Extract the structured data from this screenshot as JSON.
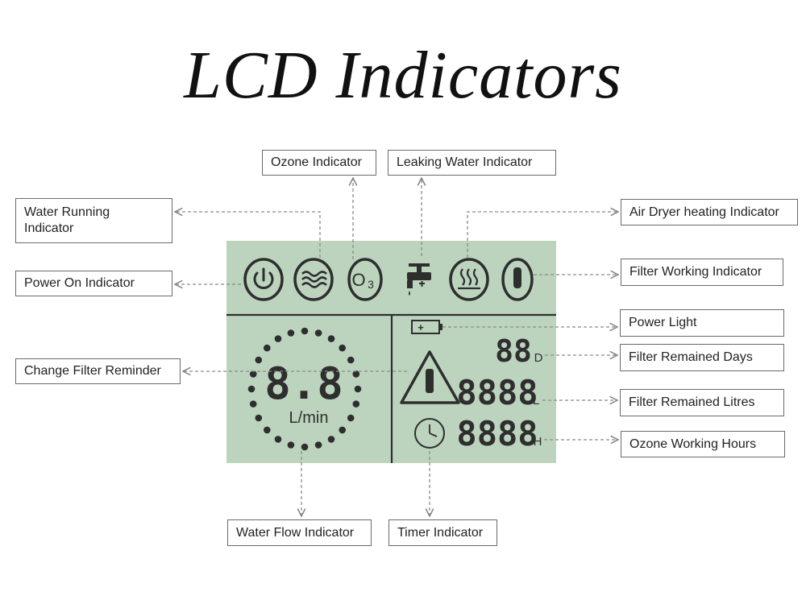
{
  "title": "LCD Indicators",
  "labels": {
    "ozone": "Ozone Indicator",
    "leaking": "Leaking Water Indicator",
    "water_running": "Water Running\nIndicator",
    "air_dryer": "Air Dryer heating Indicator",
    "power_on": "Power On Indicator",
    "filter_working": "Filter Working Indicator",
    "power_light": "Power Light",
    "filter_days": "Filter Remained Days",
    "change_filter": "Change Filter Reminder",
    "filter_litres": "Filter Remained Litres",
    "ozone_hours": "Ozone Working Hours",
    "water_flow": "Water Flow Indicator",
    "timer": "Timer Indicator"
  },
  "lcd": {
    "ozone_symbol": "O",
    "ozone_subscript": "3",
    "flow_value": "8.8",
    "flow_unit": "L/min",
    "days_value": "88",
    "days_unit": "D",
    "litres_value": "8888",
    "litres_unit": "L",
    "hours_value": "8888",
    "hours_unit": "H",
    "battery_symbol": "+"
  },
  "colors": {
    "lcd_background": "#bcd4be",
    "segment": "#2e2e2e",
    "leader_line": "#8a8a8a",
    "label_border": "#6a6a6a"
  }
}
